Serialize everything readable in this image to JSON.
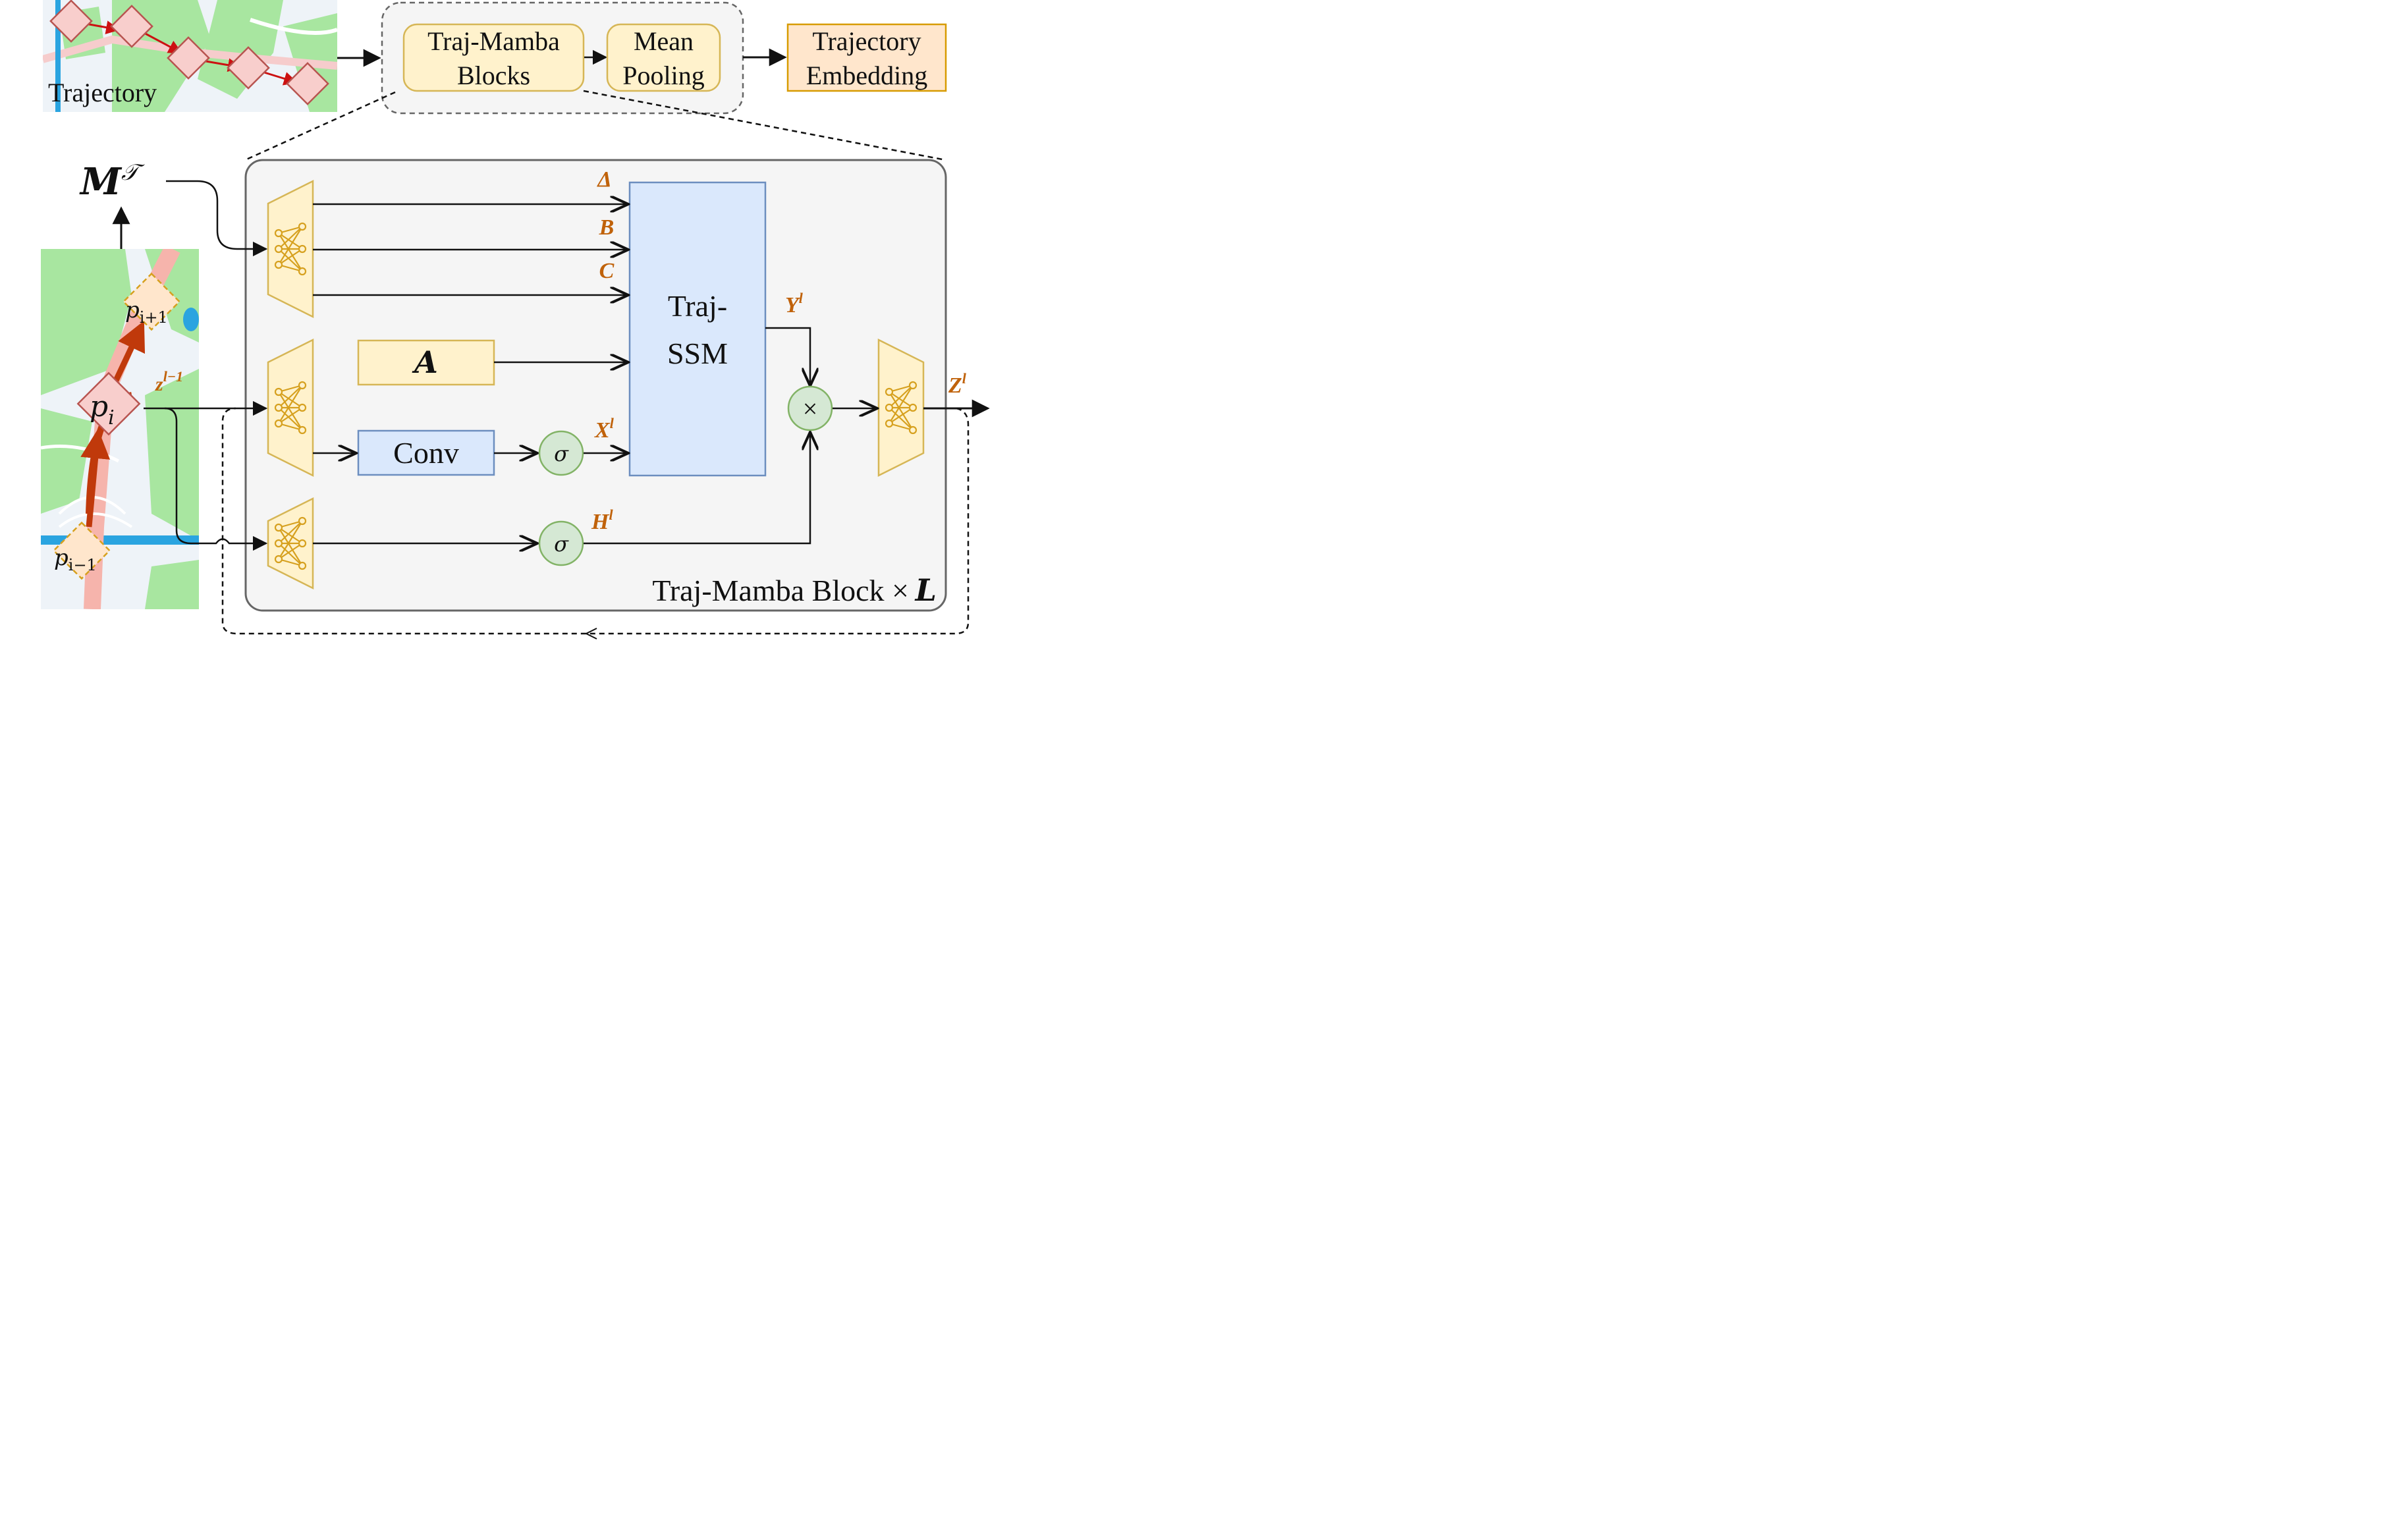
{
  "top_pipeline": {
    "trajectory_label": "Trajectory",
    "blocks_label_line1": "Traj-Mamba",
    "blocks_label_line2": "Blocks",
    "pooling_label_line1": "Mean",
    "pooling_label_line2": "Pooling",
    "embedding_label_line1": "Trajectory",
    "embedding_label_line2": "Embedding"
  },
  "left_map": {
    "m_tau_label": "M",
    "m_tau_superscript": "𝒯",
    "p_next_label": "p",
    "p_next_sub": "i+1",
    "p_i_label": "p",
    "p_i_sub": "i",
    "p_prev_label": "p",
    "p_prev_sub": "i−1",
    "z_in_label": "z",
    "z_in_sup": "l−1"
  },
  "block": {
    "delta_label": "Δ",
    "b_label": "B",
    "c_label": "C",
    "a_label": "A",
    "conv_label": "Conv",
    "ssm_line1": "Traj-",
    "ssm_line2": "SSM",
    "sigma1": "σ",
    "sigma2": "σ",
    "x_label": "X",
    "x_sup": "l",
    "h_label": "H",
    "h_sup": "l",
    "y_label": "Y",
    "y_sup": "l",
    "multiply_symbol": "×",
    "z_out_label": "Z",
    "z_out_sup": "l",
    "footer_label": "Traj-Mamba Block ×",
    "footer_L": "L"
  },
  "colors": {
    "yellow_fill": "#fff2cc",
    "yellow_stroke": "#d6b656",
    "blue_fill": "#dae8fc",
    "blue_stroke": "#6c8ebf",
    "green_fill": "#d5e8d4",
    "green_stroke": "#82b366",
    "red_fill": "#f8cecc",
    "red_stroke": "#b85450",
    "orange_text": "#c0620a",
    "map_green": "#a8e6a0",
    "map_bg": "#eef3f8"
  }
}
